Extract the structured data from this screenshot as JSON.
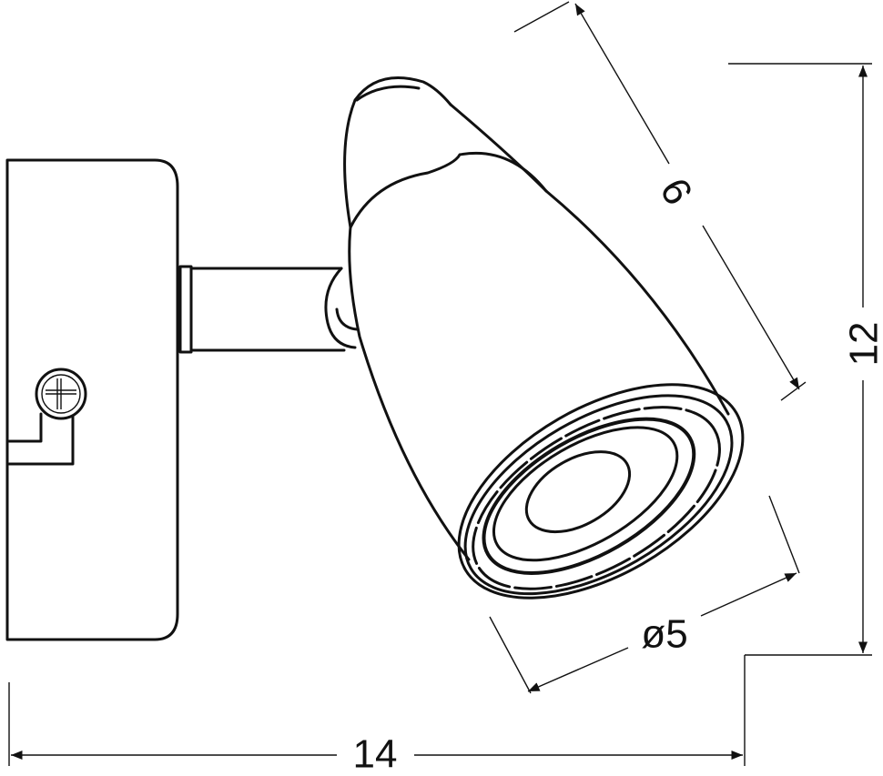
{
  "dimensions": {
    "length": "6",
    "height": "12",
    "diameter": "ø5",
    "width": "14"
  },
  "colors": {
    "line": "#111111",
    "background": "#ffffff"
  }
}
